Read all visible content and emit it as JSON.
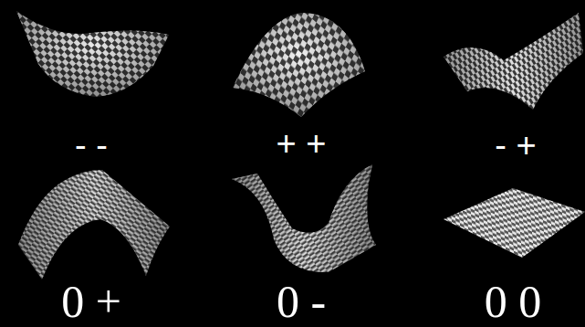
{
  "diagram": {
    "labels": [
      "- -",
      "+ +",
      "- +",
      "0 +",
      "0 -",
      "0 0"
    ]
  }
}
